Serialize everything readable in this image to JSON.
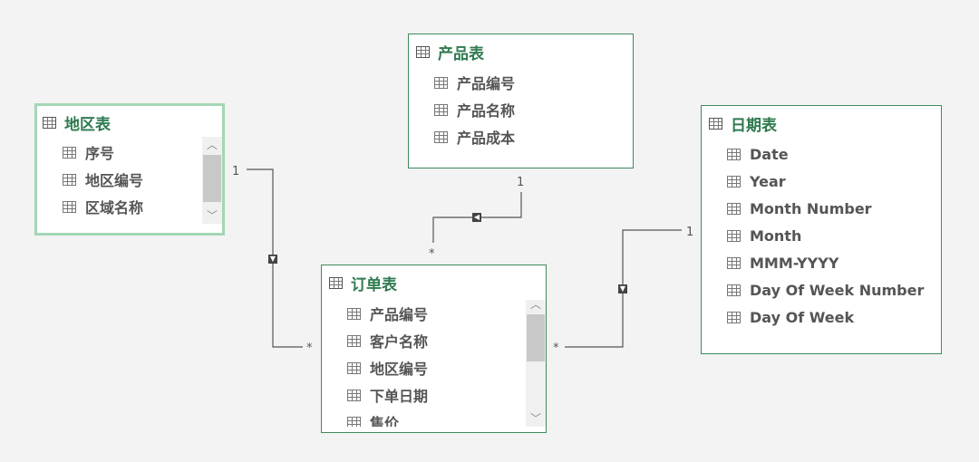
{
  "tables": {
    "region": {
      "title": "地区表",
      "fields": [
        "序号",
        "地区编号",
        "区域名称"
      ]
    },
    "product": {
      "title": "产品表",
      "fields": [
        "产品编号",
        "产品名称",
        "产品成本"
      ]
    },
    "date": {
      "title": "日期表",
      "fields": [
        "Date",
        "Year",
        "Month Number",
        "Month",
        "MMM-YYYY",
        "Day Of Week Number",
        "Day Of Week"
      ]
    },
    "orders": {
      "title": "订单表",
      "fields": [
        "产品编号",
        "客户名称",
        "地区编号",
        "下单日期",
        "售价"
      ]
    }
  },
  "relationships": {
    "region_orders": {
      "one": "1",
      "many": "*"
    },
    "product_orders": {
      "one": "1",
      "many": "*"
    },
    "date_orders": {
      "one": "1",
      "many": "*"
    }
  },
  "icons": {
    "table": "table-grid-icon",
    "scroll_up": "▲",
    "scroll_down": "▼"
  },
  "colors": {
    "accent": "#2e7a4f",
    "border": "#3f8a5b",
    "selected_border": "#a4d6b6",
    "background": "#f3f3f3"
  }
}
